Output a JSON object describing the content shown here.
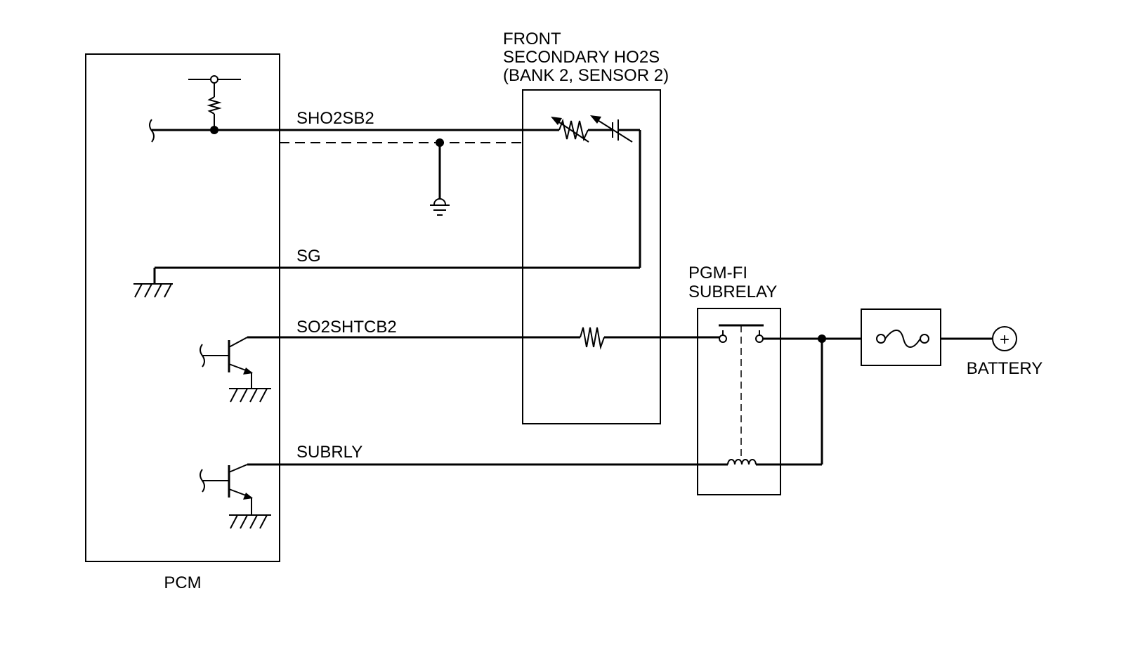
{
  "components": {
    "pcm": {
      "label": "PCM"
    },
    "ho2s": {
      "label_lines": [
        "FRONT",
        "SECONDARY HO2S",
        "(BANK 2, SENSOR 2)"
      ]
    },
    "subrelay": {
      "label_lines": [
        "PGM-FI",
        "SUBRELAY"
      ]
    },
    "battery": {
      "label": "BATTERY",
      "symbol": "+"
    }
  },
  "wires": {
    "sho2sb2": "SHO2SB2",
    "sg": "SG",
    "so2shtcb2": "SO2SHTCB2",
    "subrly": "SUBRLY"
  }
}
